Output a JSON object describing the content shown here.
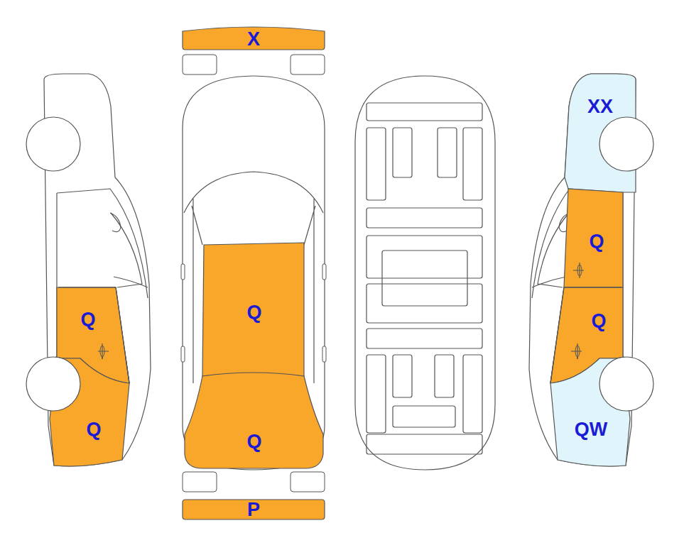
{
  "diagram": {
    "nodes": [
      {
        "text": [
          "X"
        ]
      },
      {
        "text": [
          "XX"
        ]
      },
      {
        "text": [
          "Q"
        ]
      },
      {
        "text": [
          "Q"
        ]
      },
      {
        "text": [
          "Q"
        ]
      },
      {
        "text": [
          "Q"
        ]
      },
      {
        "text": [
          "Q"
        ]
      },
      {
        "text": [
          "Q"
        ]
      },
      {
        "text": [
          "QW"
        ]
      },
      {
        "text": [
          "P"
        ]
      }
    ]
  }
}
